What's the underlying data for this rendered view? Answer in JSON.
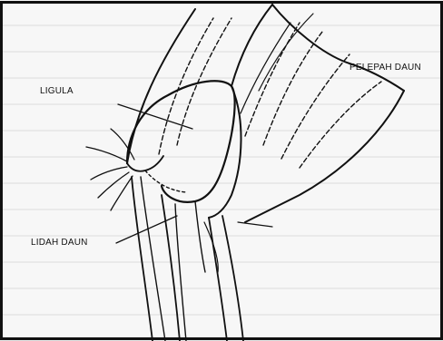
{
  "labels": {
    "ligula": "LIGULA",
    "pelepah_daun": "PELEPAH DAUN",
    "lidah_daun": "LIDAH DAUN"
  },
  "colors": {
    "ink": "#111111",
    "paper": "#f7f7f7"
  }
}
